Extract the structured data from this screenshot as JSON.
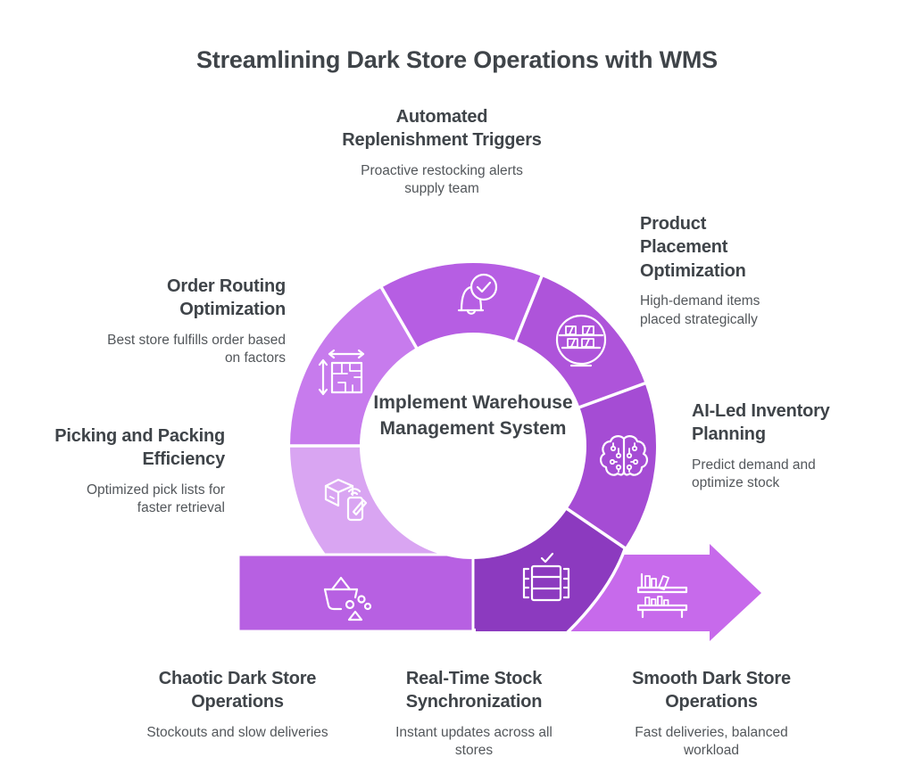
{
  "title": "Streamlining Dark Store Operations with WMS",
  "center": {
    "label": "Implement Warehouse Management System"
  },
  "colors": {
    "heading_text": "#3f4449",
    "body_text": "#53575b",
    "segment_bell": "#b65ee3",
    "segment_globe": "#ae54da",
    "segment_brain": "#a54cd4",
    "segment_dark": "#8c3abf",
    "segment_floorplan": "#c77bed",
    "segment_box": "#d9a5f2",
    "band_left": "#b760e2",
    "band_arrow": "#c76aeb",
    "icon_stroke": "#ffffff"
  },
  "stages": [
    {
      "id": "automated-replenishment",
      "heading": "Automated Replenishment Triggers",
      "description": "Proactive restocking alerts supply team",
      "icon": "bell-check-icon"
    },
    {
      "id": "product-placement",
      "heading": "Product Placement Optimization",
      "description": "High-demand items placed strategically",
      "icon": "round-shelf-icon"
    },
    {
      "id": "ai-inventory",
      "heading": "AI-Led Inventory Planning",
      "description": "Predict demand and optimize stock",
      "icon": "brain-circuit-icon"
    },
    {
      "id": "order-routing",
      "heading": "Order Routing Optimization",
      "description": "Best store fulfills order based on factors",
      "icon": "floorplan-arrows-icon"
    },
    {
      "id": "picking-packing",
      "heading": "Picking and Packing Efficiency",
      "description": "Optimized pick lists for faster retrieval",
      "icon": "box-scan-icon"
    },
    {
      "id": "chaotic-operations",
      "heading": "Chaotic Dark Store Operations",
      "description": "Stockouts and slow deliveries",
      "icon": "basket-spill-icon"
    },
    {
      "id": "realtime-sync",
      "heading": "Real-Time Stock Synchronization",
      "description": "Instant updates across all stores",
      "icon": "stock-sync-icon"
    },
    {
      "id": "smooth-operations",
      "heading": "Smooth Dark Store Operations",
      "description": "Fast deliveries, balanced workload",
      "icon": "stocked-shelf-icon"
    }
  ]
}
